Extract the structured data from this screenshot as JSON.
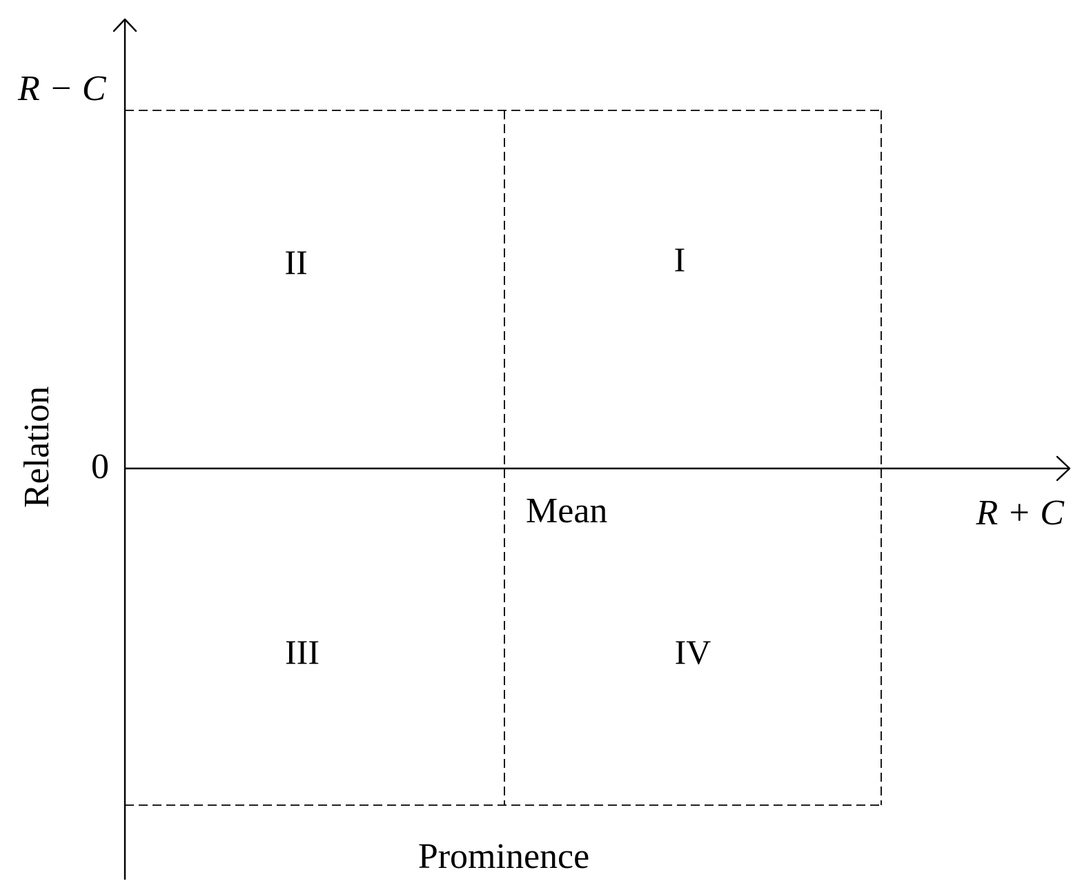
{
  "diagram": {
    "y_axis_symbol": "R − C",
    "y_axis_name": "Relation",
    "x_axis_symbol": "R + C",
    "x_axis_name": "Prominence",
    "origin_label": "0",
    "mean_label": "Mean",
    "quadrants": {
      "top_right": "I",
      "top_left": "II",
      "bottom_left": "III",
      "bottom_right": "IV"
    }
  }
}
